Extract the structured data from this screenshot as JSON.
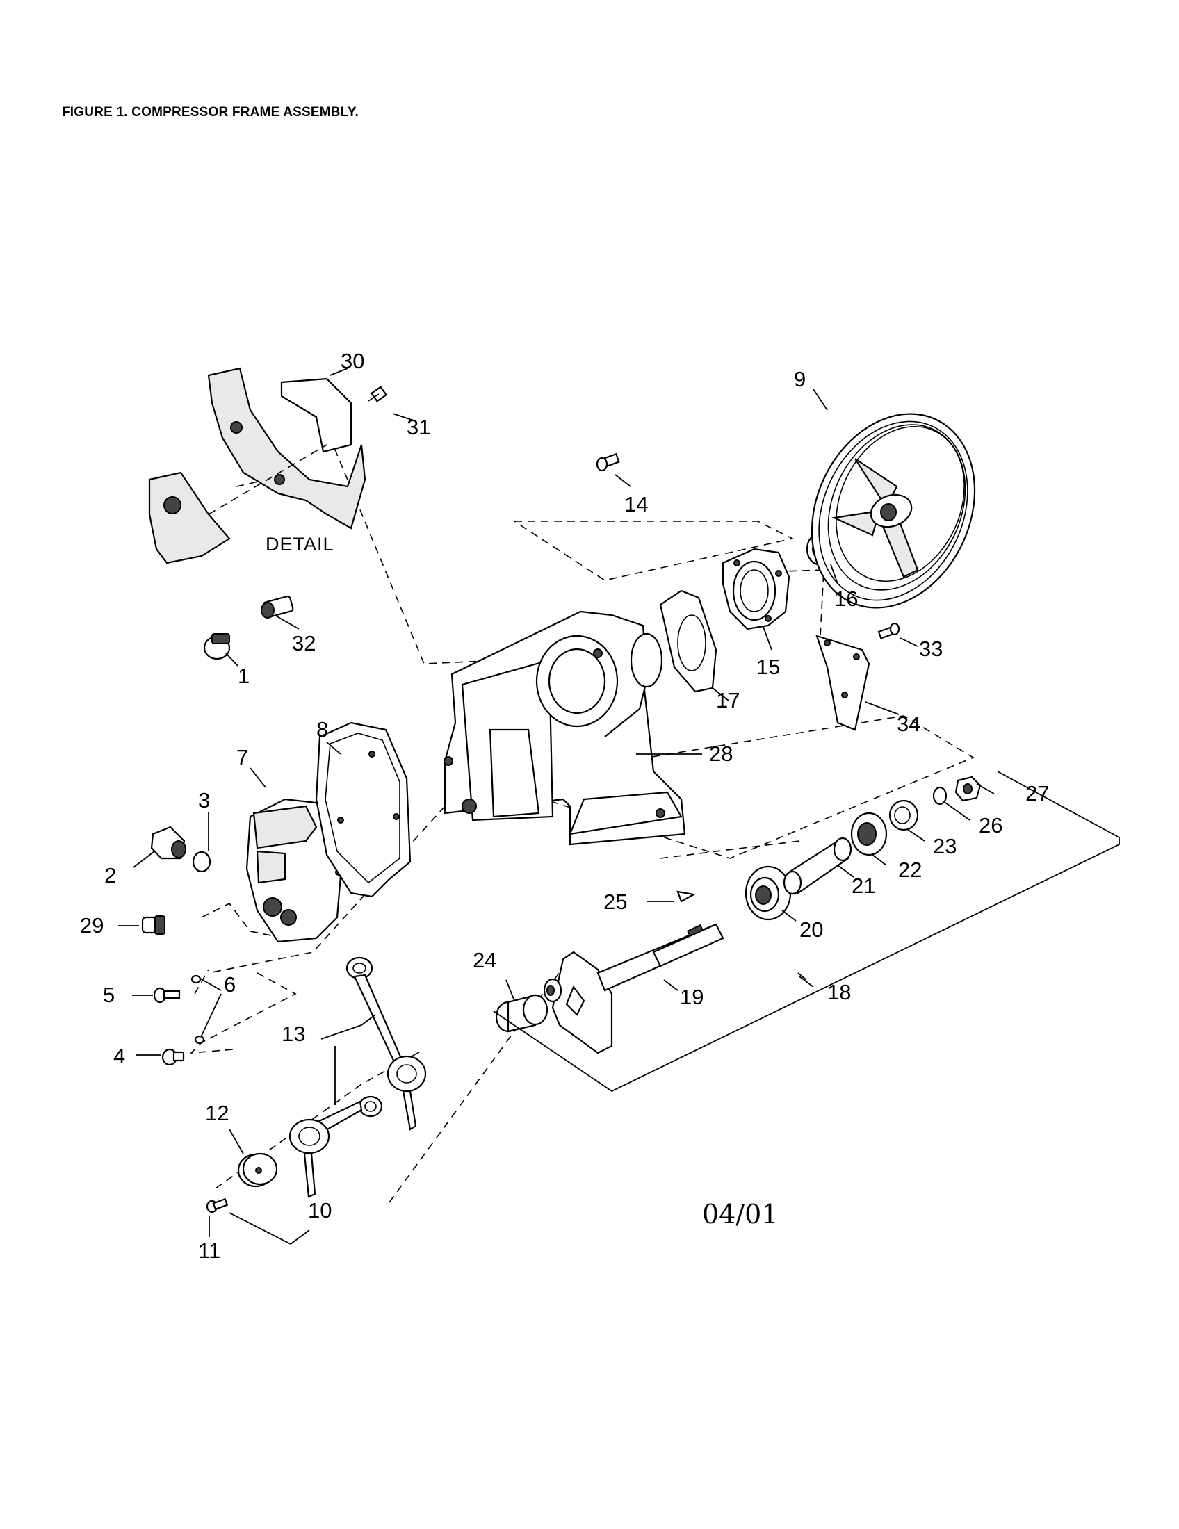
{
  "figure": {
    "title": "FIGURE 1. COMPRESSOR FRAME ASSEMBLY.",
    "detail_label": "DETAIL",
    "date": "04/01"
  },
  "callouts": [
    "1",
    "2",
    "3",
    "4",
    "5",
    "6",
    "7",
    "8",
    "9",
    "10",
    "11",
    "12",
    "13",
    "14",
    "15",
    "16",
    "17",
    "18",
    "19",
    "20",
    "21",
    "22",
    "23",
    "24",
    "25",
    "26",
    "27",
    "28",
    "29",
    "30",
    "31",
    "32",
    "33",
    "34"
  ]
}
